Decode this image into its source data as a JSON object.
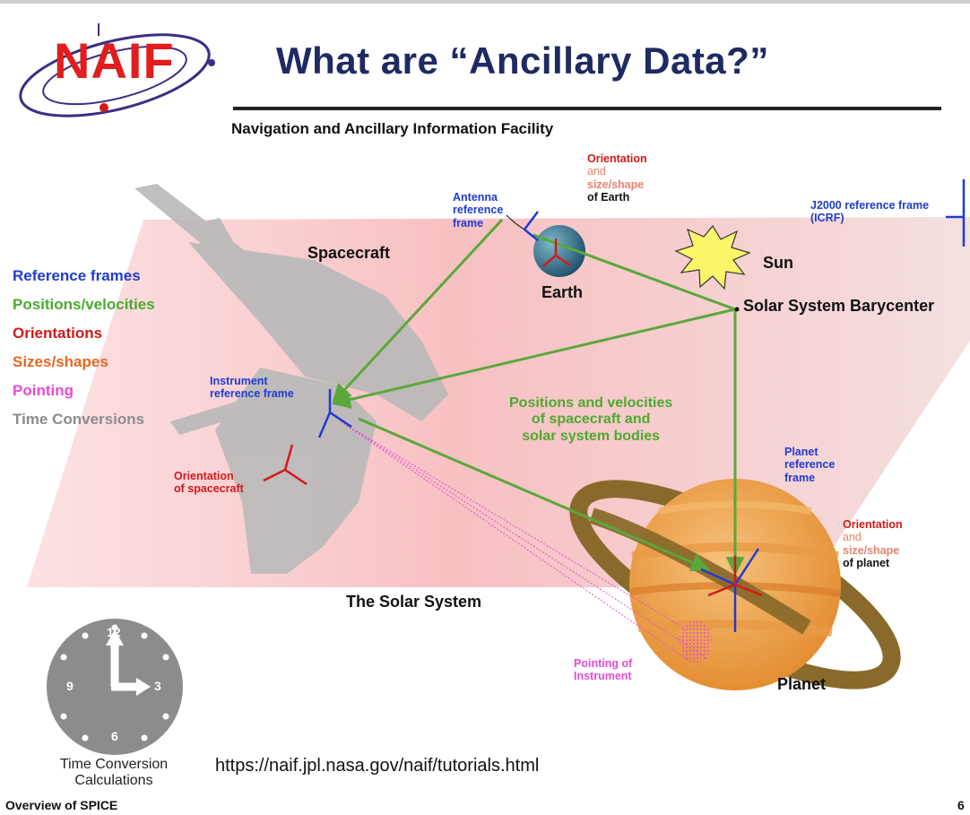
{
  "slide": {
    "title": "What are “Ancillary Data?”",
    "subtitle": "Navigation and Ancillary Information Facility",
    "logo_text": "NAIF",
    "url": "https://naif.jpl.nasa.gov/naif/tutorials.html",
    "footer_left": "Overview of SPICE",
    "page_number": "6"
  },
  "legend": [
    {
      "label": "Reference frames",
      "color": "#1f3bd1"
    },
    {
      "label": "Positions/velocities",
      "color": "#4caa2f"
    },
    {
      "label": "Orientations",
      "color": "#d41818"
    },
    {
      "label": "Sizes/shapes",
      "color": "#e8661e"
    },
    {
      "label": "Pointing",
      "color": "#e84ad6"
    },
    {
      "label": "Time Conversions",
      "color": "#8c8c8c"
    }
  ],
  "labels": {
    "spacecraft": "Spacecraft",
    "earth": "Earth",
    "sun": "Sun",
    "barycenter": "Solar System Barycenter",
    "solar_system": "The Solar System",
    "planet": "Planet",
    "positions_line1": "Positions and velocities",
    "positions_line2": "of spacecraft and",
    "positions_line3": "solar system bodies",
    "antenna_1": "Antenna",
    "antenna_2": "reference",
    "antenna_3": "frame",
    "earth_orient_1": "Orientation",
    "earth_orient_2": "and",
    "earth_orient_3": "size/shape",
    "earth_orient_4": "of Earth",
    "j2000_1": "J2000 reference frame",
    "j2000_2": "(ICRF)",
    "instrument_1": "Instrument",
    "instrument_2": "reference frame",
    "sc_orient_1": "Orientation",
    "sc_orient_2": "of spacecraft",
    "planet_frame_1": "Planet",
    "planet_frame_2": "reference",
    "planet_frame_3": "frame",
    "planet_orient_1": "Orientation",
    "planet_orient_2": "and",
    "planet_orient_3": "size/shape",
    "planet_orient_4": "of planet",
    "pointing_1": "Pointing of",
    "pointing_2": "Instrument",
    "clock_caption_1": "Time Conversion",
    "clock_caption_2": "Calculations"
  },
  "clock": {
    "numbers": [
      "12",
      "3",
      "6",
      "9"
    ]
  },
  "colors": {
    "plane": "#f7c4c6",
    "arrow_green": "#5aa83a",
    "frame_blue": "#1f3bd1",
    "orient_red": "#d41818",
    "pointing_pink": "#e84ad6",
    "planet_orange": "#f0a347",
    "title_navy": "#1f2a63"
  }
}
